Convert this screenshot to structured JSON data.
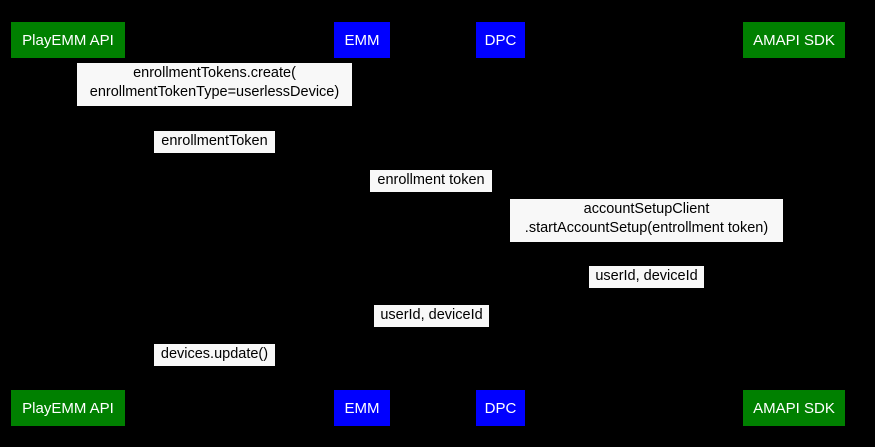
{
  "diagram": {
    "type": "sequence-diagram",
    "background_color": "#000000",
    "label_background_color": "#f8f8f8",
    "label_text_color": "#000000",
    "participant_text_color": "#ffffff",
    "colors": {
      "green": "#008000",
      "blue": "#0000ff"
    }
  },
  "participants": [
    {
      "id": "playemm-api",
      "label": "PlayEMM API",
      "color": "#008000"
    },
    {
      "id": "emm",
      "label": "EMM",
      "color": "#0000ff"
    },
    {
      "id": "dpc",
      "label": "DPC",
      "color": "#0000ff"
    },
    {
      "id": "amapi-sdk",
      "label": "AMAPI SDK",
      "color": "#008000"
    }
  ],
  "messages": [
    {
      "id": "enrollment-tokens-create",
      "text": "enrollmentTokens.create(\nenrollmentTokenType=userlessDevice)",
      "from": "emm",
      "to": "playemm-api"
    },
    {
      "id": "enrollment-token-response",
      "text": "enrollmentToken",
      "from": "playemm-api",
      "to": "emm"
    },
    {
      "id": "enrollment-token-to-dpc",
      "text": "enrollment token",
      "from": "emm",
      "to": "dpc"
    },
    {
      "id": "start-account-setup",
      "text": "accountSetupClient\n.startAccountSetup(entrollment token)",
      "from": "dpc",
      "to": "amapi-sdk"
    },
    {
      "id": "userid-deviceid-to-dpc",
      "text": "userId, deviceId",
      "from": "amapi-sdk",
      "to": "dpc"
    },
    {
      "id": "userid-deviceid-to-emm",
      "text": "userId, deviceId",
      "from": "dpc",
      "to": "emm"
    },
    {
      "id": "devices-update",
      "text": "devices.update()",
      "from": "emm",
      "to": "playemm-api"
    }
  ]
}
